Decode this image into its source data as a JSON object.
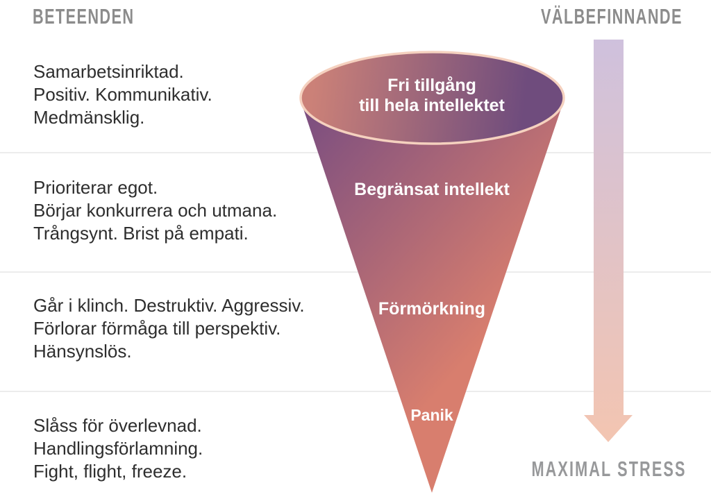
{
  "columns": {
    "left_header": "BETEENDEN",
    "right_header": "VÄLBEFINNANDE"
  },
  "behaviors": [
    {
      "lines": [
        "Samarbetsinriktad.",
        "Positiv. Kommunikativ.",
        "Medmänsklig."
      ]
    },
    {
      "lines": [
        "Prioriterar egot.",
        "Börjar konkurrera och utmana.",
        "Trångsynt. Brist på empati."
      ]
    },
    {
      "lines": [
        "Går i klinch. Destruktiv. Aggressiv.",
        "Förlorar förmåga till perspektiv.",
        "Hänsynslös."
      ]
    },
    {
      "lines": [
        "Slåss för överlevnad.",
        "Handlingsförlamning.",
        "Fight, flight, freeze."
      ]
    }
  ],
  "funnel": {
    "levels": [
      {
        "lines": [
          "Fri tillgång",
          "till hela intellektet"
        ]
      },
      {
        "lines": [
          "Begränsat intellekt"
        ]
      },
      {
        "lines": [
          "Förmörkning"
        ]
      },
      {
        "lines": [
          "Panik"
        ]
      }
    ]
  },
  "stress_arrow": {
    "end_label": "MAXIMAL STRESS"
  },
  "colors": {
    "header_gray": "#8c8c8c",
    "body_text": "#2e2e2e",
    "divider": "#ececec",
    "cone_purple": "#7b4e80",
    "cone_salmon": "#d87e6e",
    "opening_salmon": "#cb8178",
    "opening_purple": "#6f4c7d",
    "opening_rim": "#f5d1bf",
    "arrow_top_lavender": "#cfc1dd",
    "arrow_bottom_salmon": "#f3c5b1",
    "label_white": "#ffffff"
  }
}
